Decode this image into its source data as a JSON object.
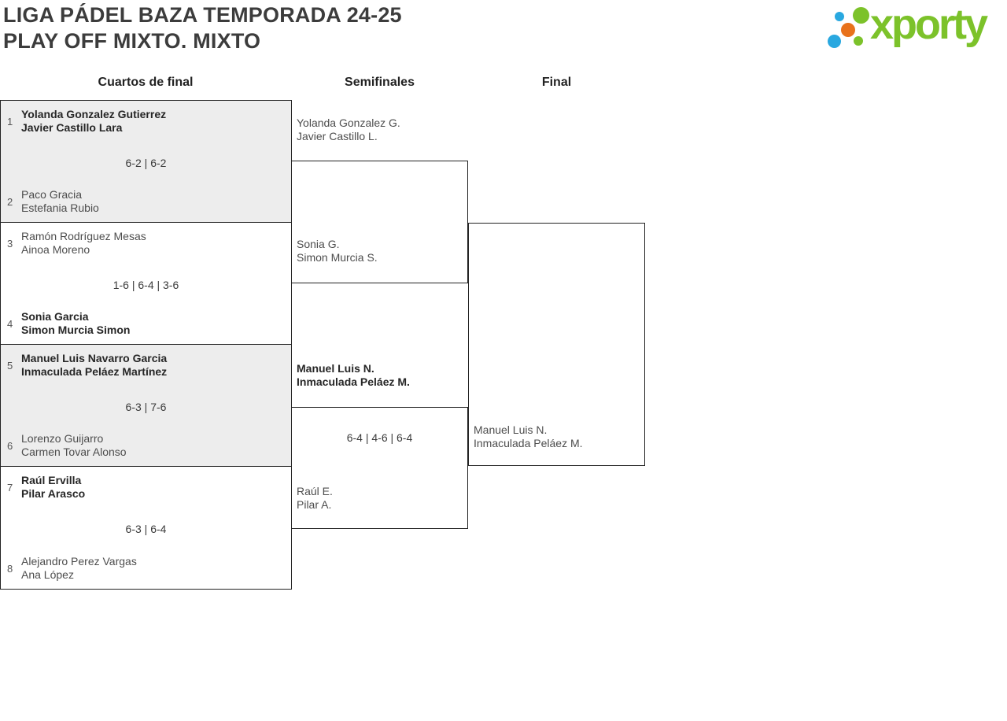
{
  "page": {
    "title_line1": "LIGA PÁDEL BAZA TEMPORADA 24-25",
    "title_line2": "PLAY OFF MIXTO. MIXTO"
  },
  "logo": {
    "text": "xporty",
    "colors": {
      "green": "#7cc22a",
      "blue": "#29a8e0",
      "orange": "#e8721c"
    }
  },
  "round_headers": {
    "quarterfinals": "Cuartos de final",
    "semifinals": "Semifinales",
    "final": "Final"
  },
  "theme": {
    "block_gray": "#ededed",
    "border": "#222222"
  },
  "quarterfinals": [
    {
      "seed_top": "1",
      "team_top_line1": "Yolanda Gonzalez Gutierrez",
      "team_top_line2": "Javier Castillo Lara",
      "top_winner": true,
      "score": "6-2 | 6-2",
      "seed_bottom": "2",
      "team_bottom_line1": "Paco Gracia",
      "team_bottom_line2": "Estefania Rubio",
      "bottom_winner": false
    },
    {
      "seed_top": "3",
      "team_top_line1": "Ramón Rodríguez Mesas",
      "team_top_line2": "Ainoa Moreno",
      "top_winner": false,
      "score": "1-6 | 6-4 | 3-6",
      "seed_bottom": "4",
      "team_bottom_line1": "Sonia Garcia",
      "team_bottom_line2": "Simon Murcia Simon",
      "bottom_winner": true
    },
    {
      "seed_top": "5",
      "team_top_line1": "Manuel Luis Navarro Garcia",
      "team_top_line2": "Inmaculada Peláez Martínez",
      "top_winner": true,
      "score": "6-3 | 7-6",
      "seed_bottom": "6",
      "team_bottom_line1": "Lorenzo Guijarro",
      "team_bottom_line2": "Carmen Tovar Alonso",
      "bottom_winner": false
    },
    {
      "seed_top": "7",
      "team_top_line1": "Raúl Ervilla",
      "team_top_line2": "Pilar Arasco",
      "top_winner": true,
      "score": "6-3 | 6-4",
      "seed_bottom": "8",
      "team_bottom_line1": "Alejandro Perez Vargas",
      "team_bottom_line2": "Ana López",
      "bottom_winner": false
    }
  ],
  "semifinals": [
    {
      "team_top_line1": "Yolanda Gonzalez G.",
      "team_top_line2": "Javier Castillo L.",
      "top_winner": false,
      "score": "",
      "team_bottom_line1": "Sonia G.",
      "team_bottom_line2": "Simon Murcia S.",
      "bottom_winner": false
    },
    {
      "team_top_line1": "Manuel Luis N.",
      "team_top_line2": "Inmaculada Peláez M.",
      "top_winner": true,
      "score": "6-4 | 4-6 | 6-4",
      "team_bottom_line1": "Raúl E.",
      "team_bottom_line2": "Pilar A.",
      "bottom_winner": false
    }
  ],
  "final": {
    "team_bottom_line1": "Manuel Luis N.",
    "team_bottom_line2": "Inmaculada Peláez M."
  }
}
